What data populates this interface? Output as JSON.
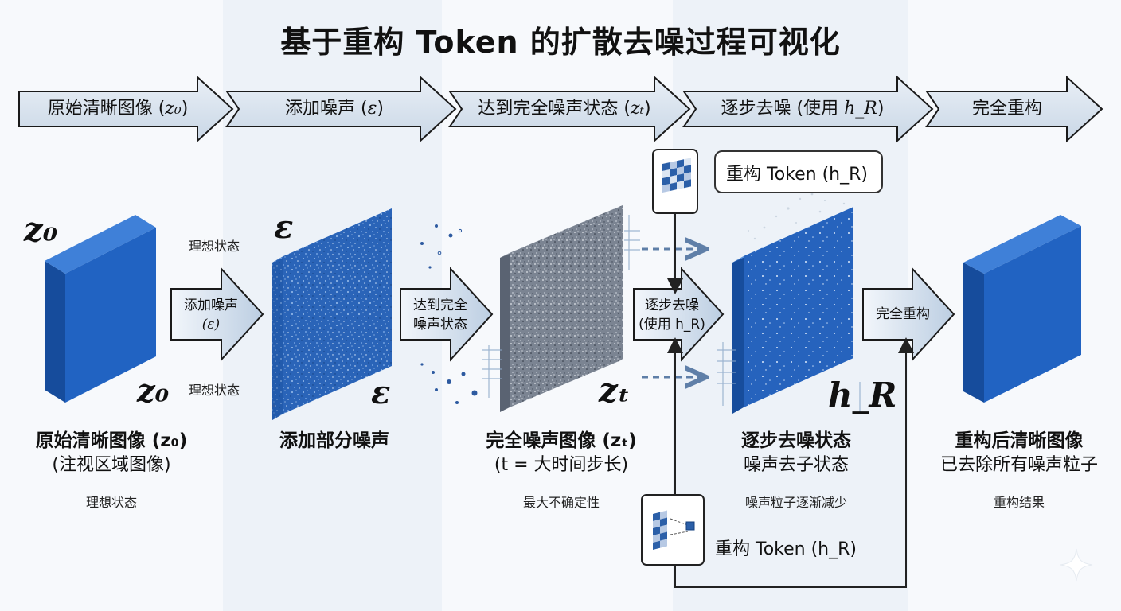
{
  "title": "基于重构 Token 的扩散去噪过程可视化",
  "stages": [
    {
      "label": "原始清晰图像 (",
      "math": "z₀",
      "close": ")"
    },
    {
      "label": "添加噪声 (",
      "math": "ε",
      "close": ")"
    },
    {
      "label": "达到完全噪声状态 (",
      "math": "zₜ",
      "close": ")"
    },
    {
      "label": "逐步去噪 (使用 ",
      "math": "h_R",
      "close": ")"
    },
    {
      "label": "完全重构",
      "math": "",
      "close": ""
    }
  ],
  "symbols": {
    "z0_top": "z₀",
    "z0_bottom": "z₀",
    "eps_top": "ε",
    "eps_bottom": "ε",
    "zt": "zₜ",
    "hR": "h_R"
  },
  "annotations": {
    "ideal_top": "理想状态",
    "ideal_bottom": "理想状态"
  },
  "arrows": {
    "a1_line1": "添加噪声",
    "a1_line2": "(ε)",
    "a2_line1": "达到完全",
    "a2_line2": "噪声状态",
    "a3_line1": "逐步去噪",
    "a3_line2": "(使用 h_R)",
    "a4": "完全重构"
  },
  "tokens": {
    "top": "重构 Token (h_R)",
    "bottom": "重构 Token (h_R)"
  },
  "captions": [
    {
      "main": "原始清晰图像 (z₀)",
      "sub": "(注视区域图像)",
      "note": "理想状态"
    },
    {
      "main": "添加部分噪声",
      "sub": "",
      "note": ""
    },
    {
      "main": "完全噪声图像 (zₜ)",
      "sub": "(t = 大时间步长)",
      "note": "最大不确定性"
    },
    {
      "main": "逐步去噪状态",
      "sub": "噪声去子状态",
      "note": "噪声粒子逐渐减少"
    },
    {
      "main": "重构后清晰图像",
      "sub": "已去除所有噪声粒子",
      "note": "重构结果"
    }
  ],
  "colors": {
    "block_front": "#1f5fbf",
    "block_side": "#154a9a",
    "block_top": "#3d7fd6",
    "arrow_fill": "#d8e3ef",
    "arrow_stroke": "#1a1a1a",
    "band_alt": "#eef3f9"
  }
}
